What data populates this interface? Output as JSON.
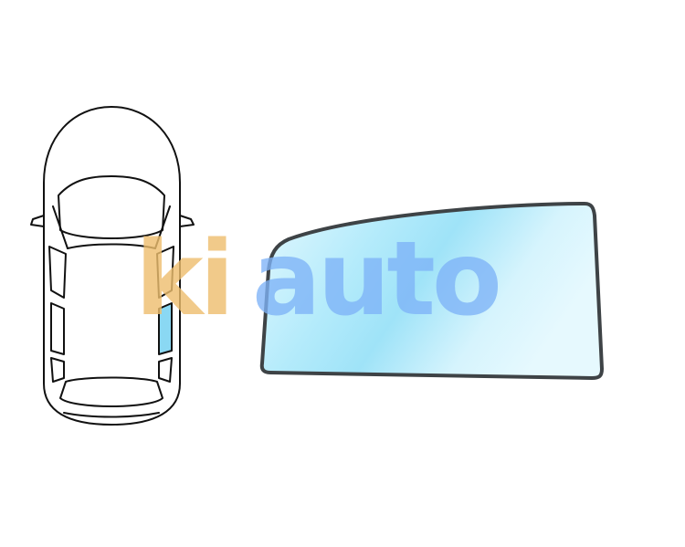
{
  "watermark": {
    "text_part1": "ki",
    "text_part2": "auto",
    "color_part1": "#EEBE6E",
    "color_part2": "#7EB3F7"
  },
  "car_diagram": {
    "icon": "car-top-view-icon",
    "highlighted_window": "rear-right-door-window",
    "highlight_color": "#8AD8F3"
  },
  "glass_part": {
    "icon": "door-glass-icon",
    "fill_color_light": "#DDF6FD",
    "fill_color_mid": "#A6E6FA",
    "border_color": "#3E4346"
  }
}
